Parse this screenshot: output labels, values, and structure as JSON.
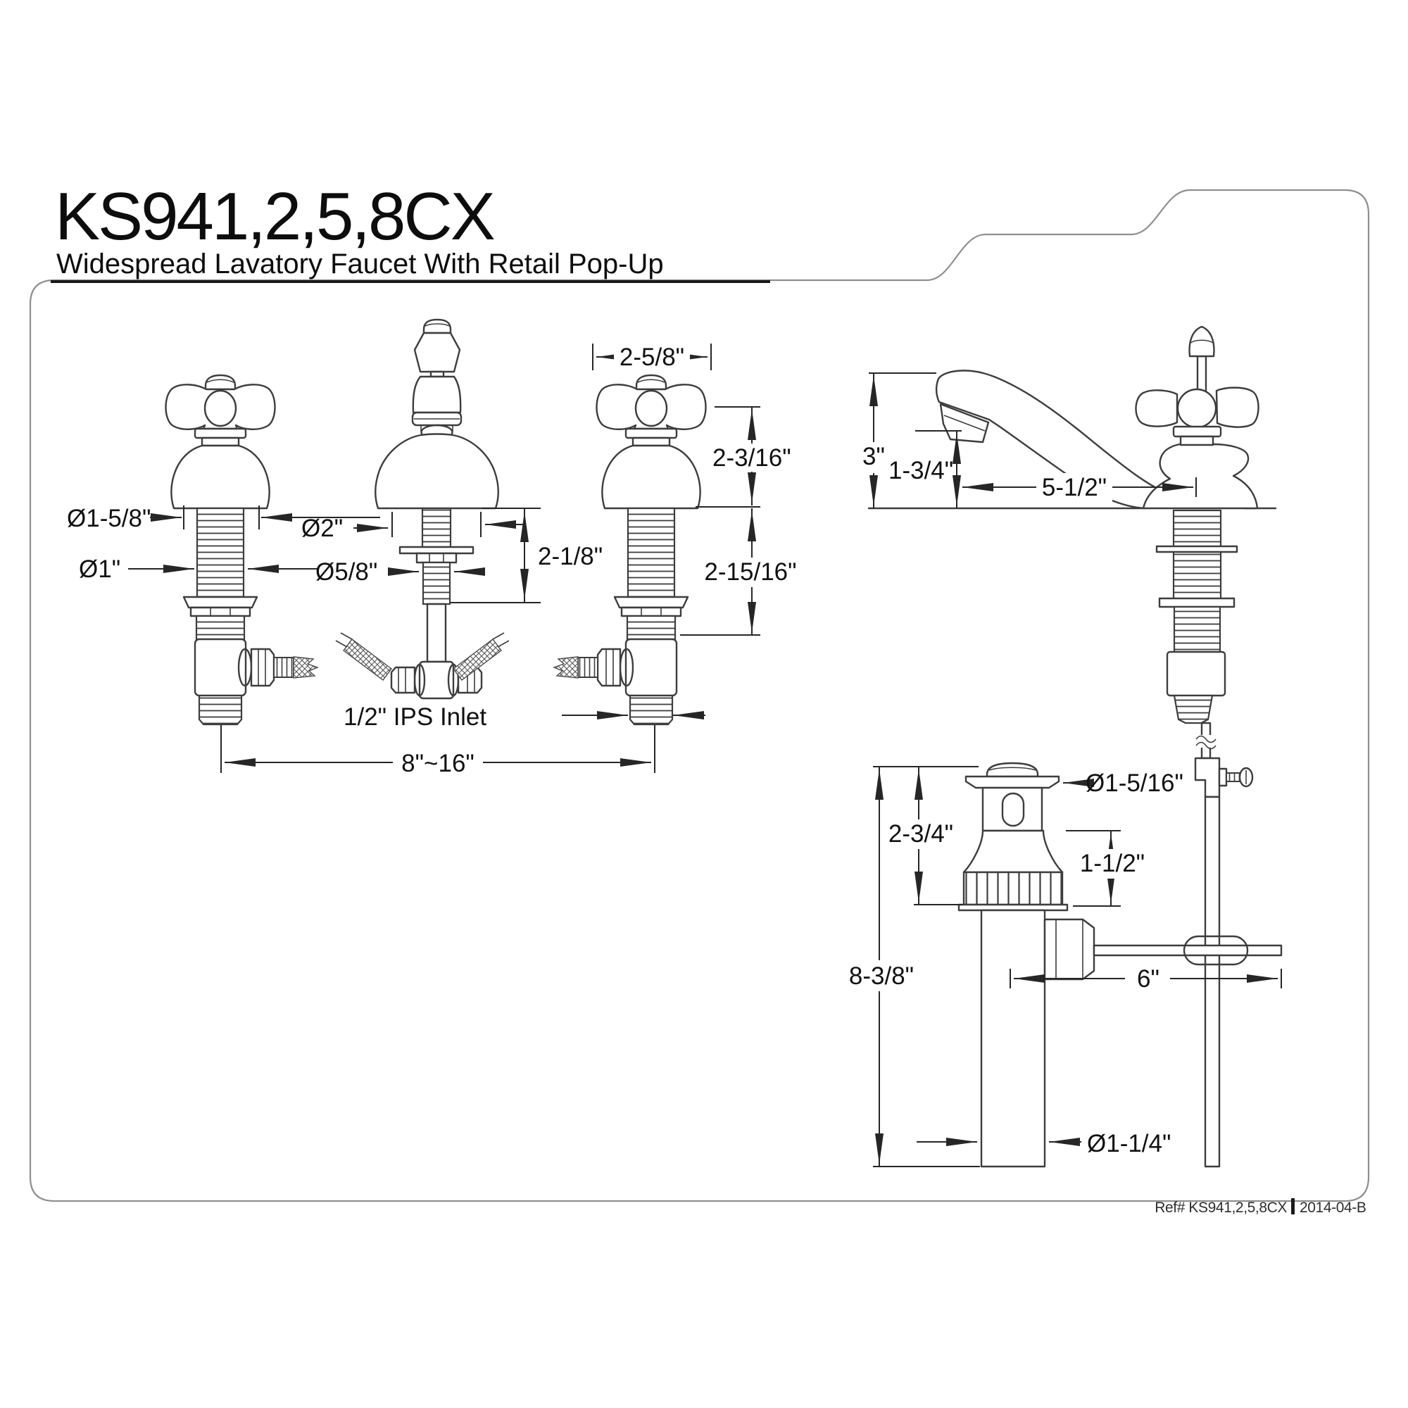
{
  "document": {
    "title": "KS941,2,5,8CX",
    "subtitle": "Widespread Lavatory Faucet With Retail Pop-Up",
    "ref_label": "Ref# KS941,2,5,8CX",
    "ref_separator": "|",
    "ref_revision": "2014-04-B"
  },
  "colors": {
    "background": "#ffffff",
    "drawing_line": "#3d3d3d",
    "dimension_line": "#262626",
    "text": "#111111",
    "border": "#8f8f8f"
  },
  "parts_view": {
    "description": "exploded widespread faucet parts: two cross handles and center spout",
    "dims": {
      "handle_width": "2-5/8\"",
      "handle_height": "2-3/16\"",
      "valve_height": "2-15/16\"",
      "escutcheon_dia": "Ø1-5/8\"",
      "stem_dia": "Ø1\"",
      "spout_escutcheon_dia": "Ø2\"",
      "spout_stem_dia": "Ø5/8\"",
      "spout_shank_height": "2-1/8\"",
      "inlet_label": "1/2\" IPS Inlet",
      "spread_range": "8\"~16\""
    }
  },
  "assembled_view": {
    "description": "assembled faucet side view with pop-up drain",
    "dims": {
      "spout_height": "3\"",
      "outlet_height": "1-3/4\"",
      "spout_reach": "5-1/2\"",
      "drain_flange_dia": "Ø1-5/16\"",
      "drain_top_height": "2-3/4\"",
      "drain_mid_height": "1-1/2\"",
      "drain_total_height": "8-3/8\"",
      "rod_length": "6\"",
      "tailpiece_dia": "Ø1-1/4\""
    }
  }
}
